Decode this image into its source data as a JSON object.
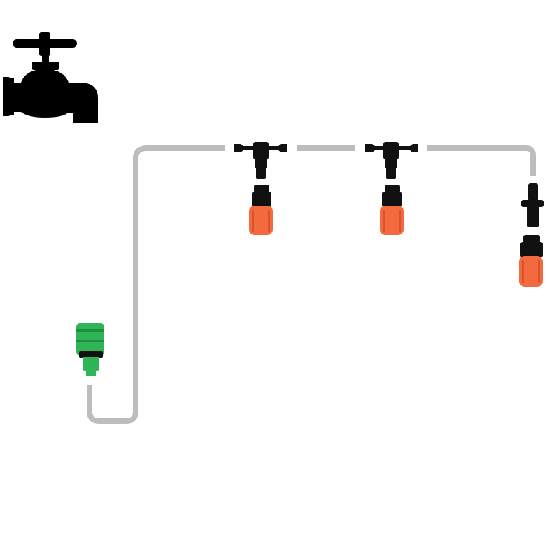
{
  "diagram": {
    "components": [
      {
        "id": "faucet",
        "icon": "faucet-icon"
      },
      {
        "id": "hose-adapter",
        "icon": "hose-connector-icon"
      },
      {
        "id": "tee-connector-1",
        "icon": "tee-connector-icon"
      },
      {
        "id": "tee-connector-2",
        "icon": "tee-connector-icon"
      },
      {
        "id": "end-barb",
        "icon": "barb-connector-icon"
      },
      {
        "id": "nozzle-1",
        "icon": "adjustable-nozzle-icon"
      },
      {
        "id": "nozzle-2",
        "icon": "adjustable-nozzle-icon"
      },
      {
        "id": "nozzle-3",
        "icon": "adjustable-nozzle-icon"
      }
    ],
    "colors": {
      "tubing": "#bdbdbd",
      "fitting_black": "#111111",
      "nozzle_orange": "#f26a3d",
      "nozzle_orange_dark": "#d9532a",
      "adapter_green": "#2fb457",
      "adapter_green_dark": "#1e8f3f",
      "faucet": "#000000",
      "background": "#ffffff"
    }
  }
}
